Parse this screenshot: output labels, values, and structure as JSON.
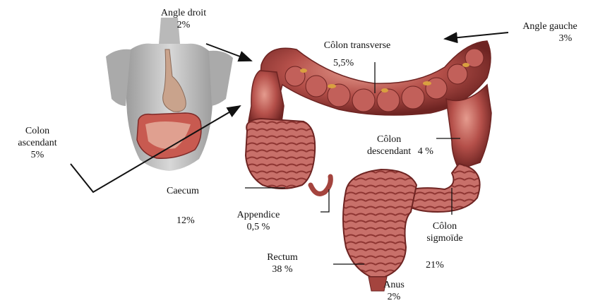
{
  "labels": {
    "angle_droit": {
      "name": "Angle droit",
      "pct": "2%"
    },
    "angle_gauche": {
      "name": "Angle gauche",
      "pct": "3%"
    },
    "colon_transverse": {
      "name": "Côlon transverse",
      "pct": "5,5%"
    },
    "colon_ascendant": {
      "line1": "Colon",
      "line2": "ascendant",
      "pct": "5%"
    },
    "colon_descendant": {
      "line1": "Côlon",
      "line2": "descendant",
      "pct": "4 %"
    },
    "caecum": {
      "name": "Caecum",
      "pct": "12%"
    },
    "appendice": {
      "name": "Appendice",
      "pct": "0,5 %"
    },
    "colon_sigmoide": {
      "line1": "Côlon",
      "line2": "sigmoïde",
      "pct": "21%"
    },
    "rectum": {
      "name": "Rectum",
      "pct": "38 %"
    },
    "anus": {
      "name": "Anus",
      "pct": "2%"
    }
  },
  "colors": {
    "colon": "#b5504a",
    "colon_dark": "#7d2a28",
    "colon_light": "#d98a80",
    "fat": "#d9a040",
    "body_skin": "#bfbfbf",
    "stomach": "#c9a38c",
    "line": "#111111"
  }
}
